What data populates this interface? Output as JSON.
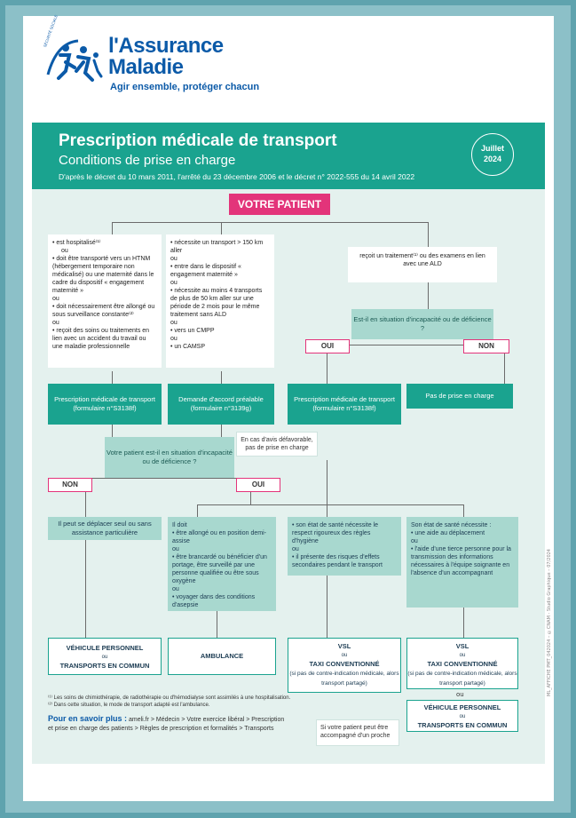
{
  "logo": {
    "line1": "l'Assurance",
    "line2": "Maladie",
    "tagline": "Agir ensemble, protéger chacun",
    "seal": "SÉCURITÉ SOCIALE"
  },
  "header": {
    "title": "Prescription médicale de transport",
    "subtitle": "Conditions de prise en charge",
    "decree": "D'après le décret du 10 mars 2011, l'arrêté du 23 décembre 2006 et le décret n° 2022-555 du 14 avril 2022",
    "badge_month": "Juillet",
    "badge_year": "2024"
  },
  "patient": "VOTRE PATIENT",
  "col1": {
    "lines": [
      "• est hospitalisé⁽¹⁾",
      "ou",
      "• doit être transporté vers un HTNM (hébergement temporaire non médicalisé) ou une maternité dans le cadre du dispositif « engagement maternité »",
      "ou",
      "• doit nécessairement être allongé ou sous surveillance constante⁽²⁾",
      "ou",
      "• reçoit des soins ou traitements en lien avec un accident du travail ou une maladie professionnelle"
    ]
  },
  "col2": {
    "lines": [
      "• nécessite un transport > 150 km aller",
      "ou",
      "• entre dans le dispositif « engagement maternité »",
      "ou",
      "• nécessite au moins 4 transports de plus de 50 km aller sur une période de 2 mois pour le même traitement sans ALD",
      "ou",
      "• vers un CMPP",
      "ou",
      "• un CAMSP"
    ]
  },
  "col3": {
    "text": "reçoit un traitement⁽¹⁾ ou des examens en lien avec une ALD"
  },
  "q_right": "Est-il en situation d'incapacité ou de déficience ?",
  "q_left": "Votre patient est-il en situation d'incapacité ou de déficience ?",
  "oui": "OUI",
  "non": "NON",
  "presc1": "Prescription médicale de transport (formulaire n°S3138f)",
  "accord": "Demande d'accord préalable (formulaire n°3139g)",
  "presc2": "Prescription médicale de transport (formulaire n°S3138f)",
  "no_charge": "Pas de prise en charge",
  "unfav": "En cas d'avis défavorable, pas de prise en charge",
  "cond1": "Il peut se déplacer seul ou sans assistance particulière",
  "cond2": {
    "lines": [
      "Il doit",
      "• être allongé ou en position demi-assise",
      "ou",
      "• être brancardé ou bénéficier d'un portage, être surveillé par une personne qualifiée ou être sous oxygène",
      "ou",
      "• voyager dans des conditions d'asepsie"
    ]
  },
  "cond3": {
    "lines": [
      "• son état de santé nécessite le respect rigoureux des règles d'hygiène",
      "ou",
      "• il présente des risques d'effets secondaires pendant le transport"
    ]
  },
  "cond4": {
    "lines": [
      "Son état de santé nécessite :",
      "• une aide au déplacement",
      "ou",
      "• l'aide d'une tierce personne pour la transmission des informations nécessaires à l'équipe soignante en l'absence d'un accompagnant"
    ]
  },
  "mode1": {
    "a": "VÉHICULE PERSONNEL",
    "ou": "ou",
    "b": "TRANSPORTS EN COMMUN"
  },
  "mode2": "AMBULANCE",
  "mode3": {
    "a": "VSL",
    "ou": "ou",
    "b": "TAXI CONVENTIONNÉ",
    "c": "(si pas de contre-indication médicale, alors transport partagé)"
  },
  "mode4": {
    "a": "VSL",
    "ou": "ou",
    "b": "TAXI CONVENTIONNÉ",
    "c": "(si pas de contre-indication médicale, alors transport partagé)"
  },
  "ou_mid": "ou",
  "mode5": {
    "a": "VÉHICULE PERSONNEL",
    "ou": "ou",
    "b": "TRANSPORTS EN COMMUN"
  },
  "accomp": "Si votre patient peut être accompagné d'un proche",
  "footnote1": "⁽¹⁾ Les soins de chimiothérapie, de radiothérapie ou d'hémodialyse sont assimilés à une hospitalisation.",
  "footnote2": "⁽²⁾ Dans cette situation, le mode de transport adapté est l'ambulance.",
  "more_label": "Pour en savoir plus :",
  "more_text1": "ameli.fr > Médecin > Votre exercice libéral > Prescription",
  "more_text2": "et prise en charge des patients > Règles de prescription et formalités > Transports",
  "side_text": "ML_AFFICHE PMT_042024 – ©CNAM - Studio Graphique – 07/2024",
  "colors": {
    "green": "#1aa38f",
    "pink": "#e3347a",
    "blue": "#0b5aa8",
    "mint": "#e4f1ee",
    "frame": "#5fa3ae"
  },
  "icons": [
    "people-logo-icon"
  ]
}
